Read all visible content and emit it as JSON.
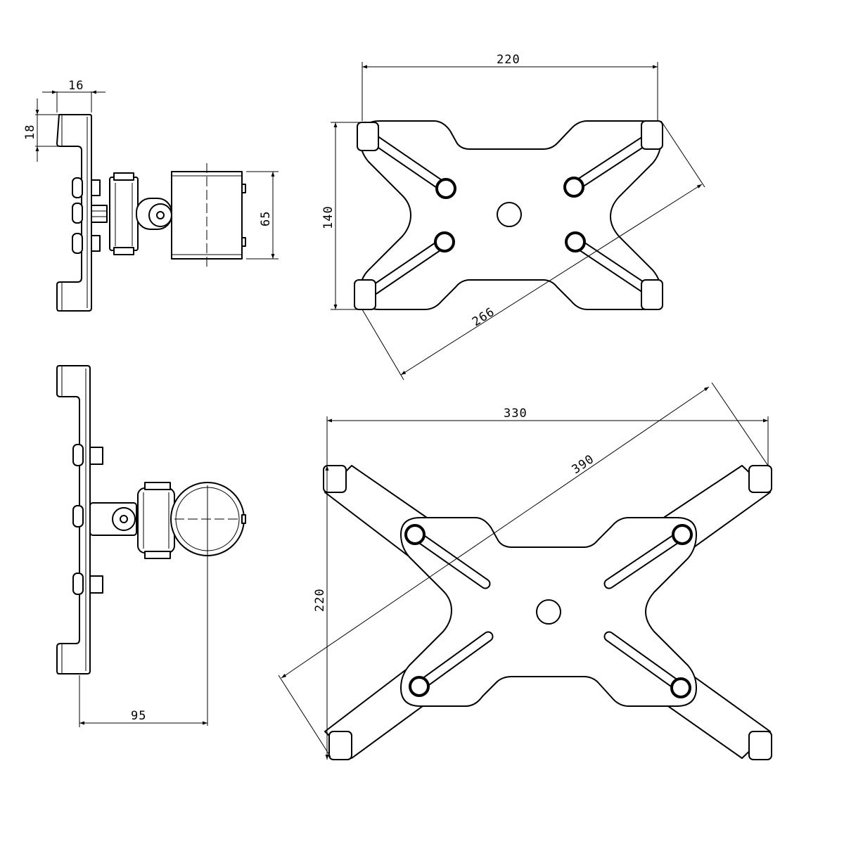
{
  "dimensions": {
    "side_thickness": "16",
    "side_lip": "18",
    "clamp_height": "65",
    "top_width": "220",
    "top_height": "140",
    "top_diagonal": "266",
    "bottom_width": "330",
    "bottom_height": "220",
    "bottom_diagonal": "390",
    "clamp_offset": "95"
  }
}
